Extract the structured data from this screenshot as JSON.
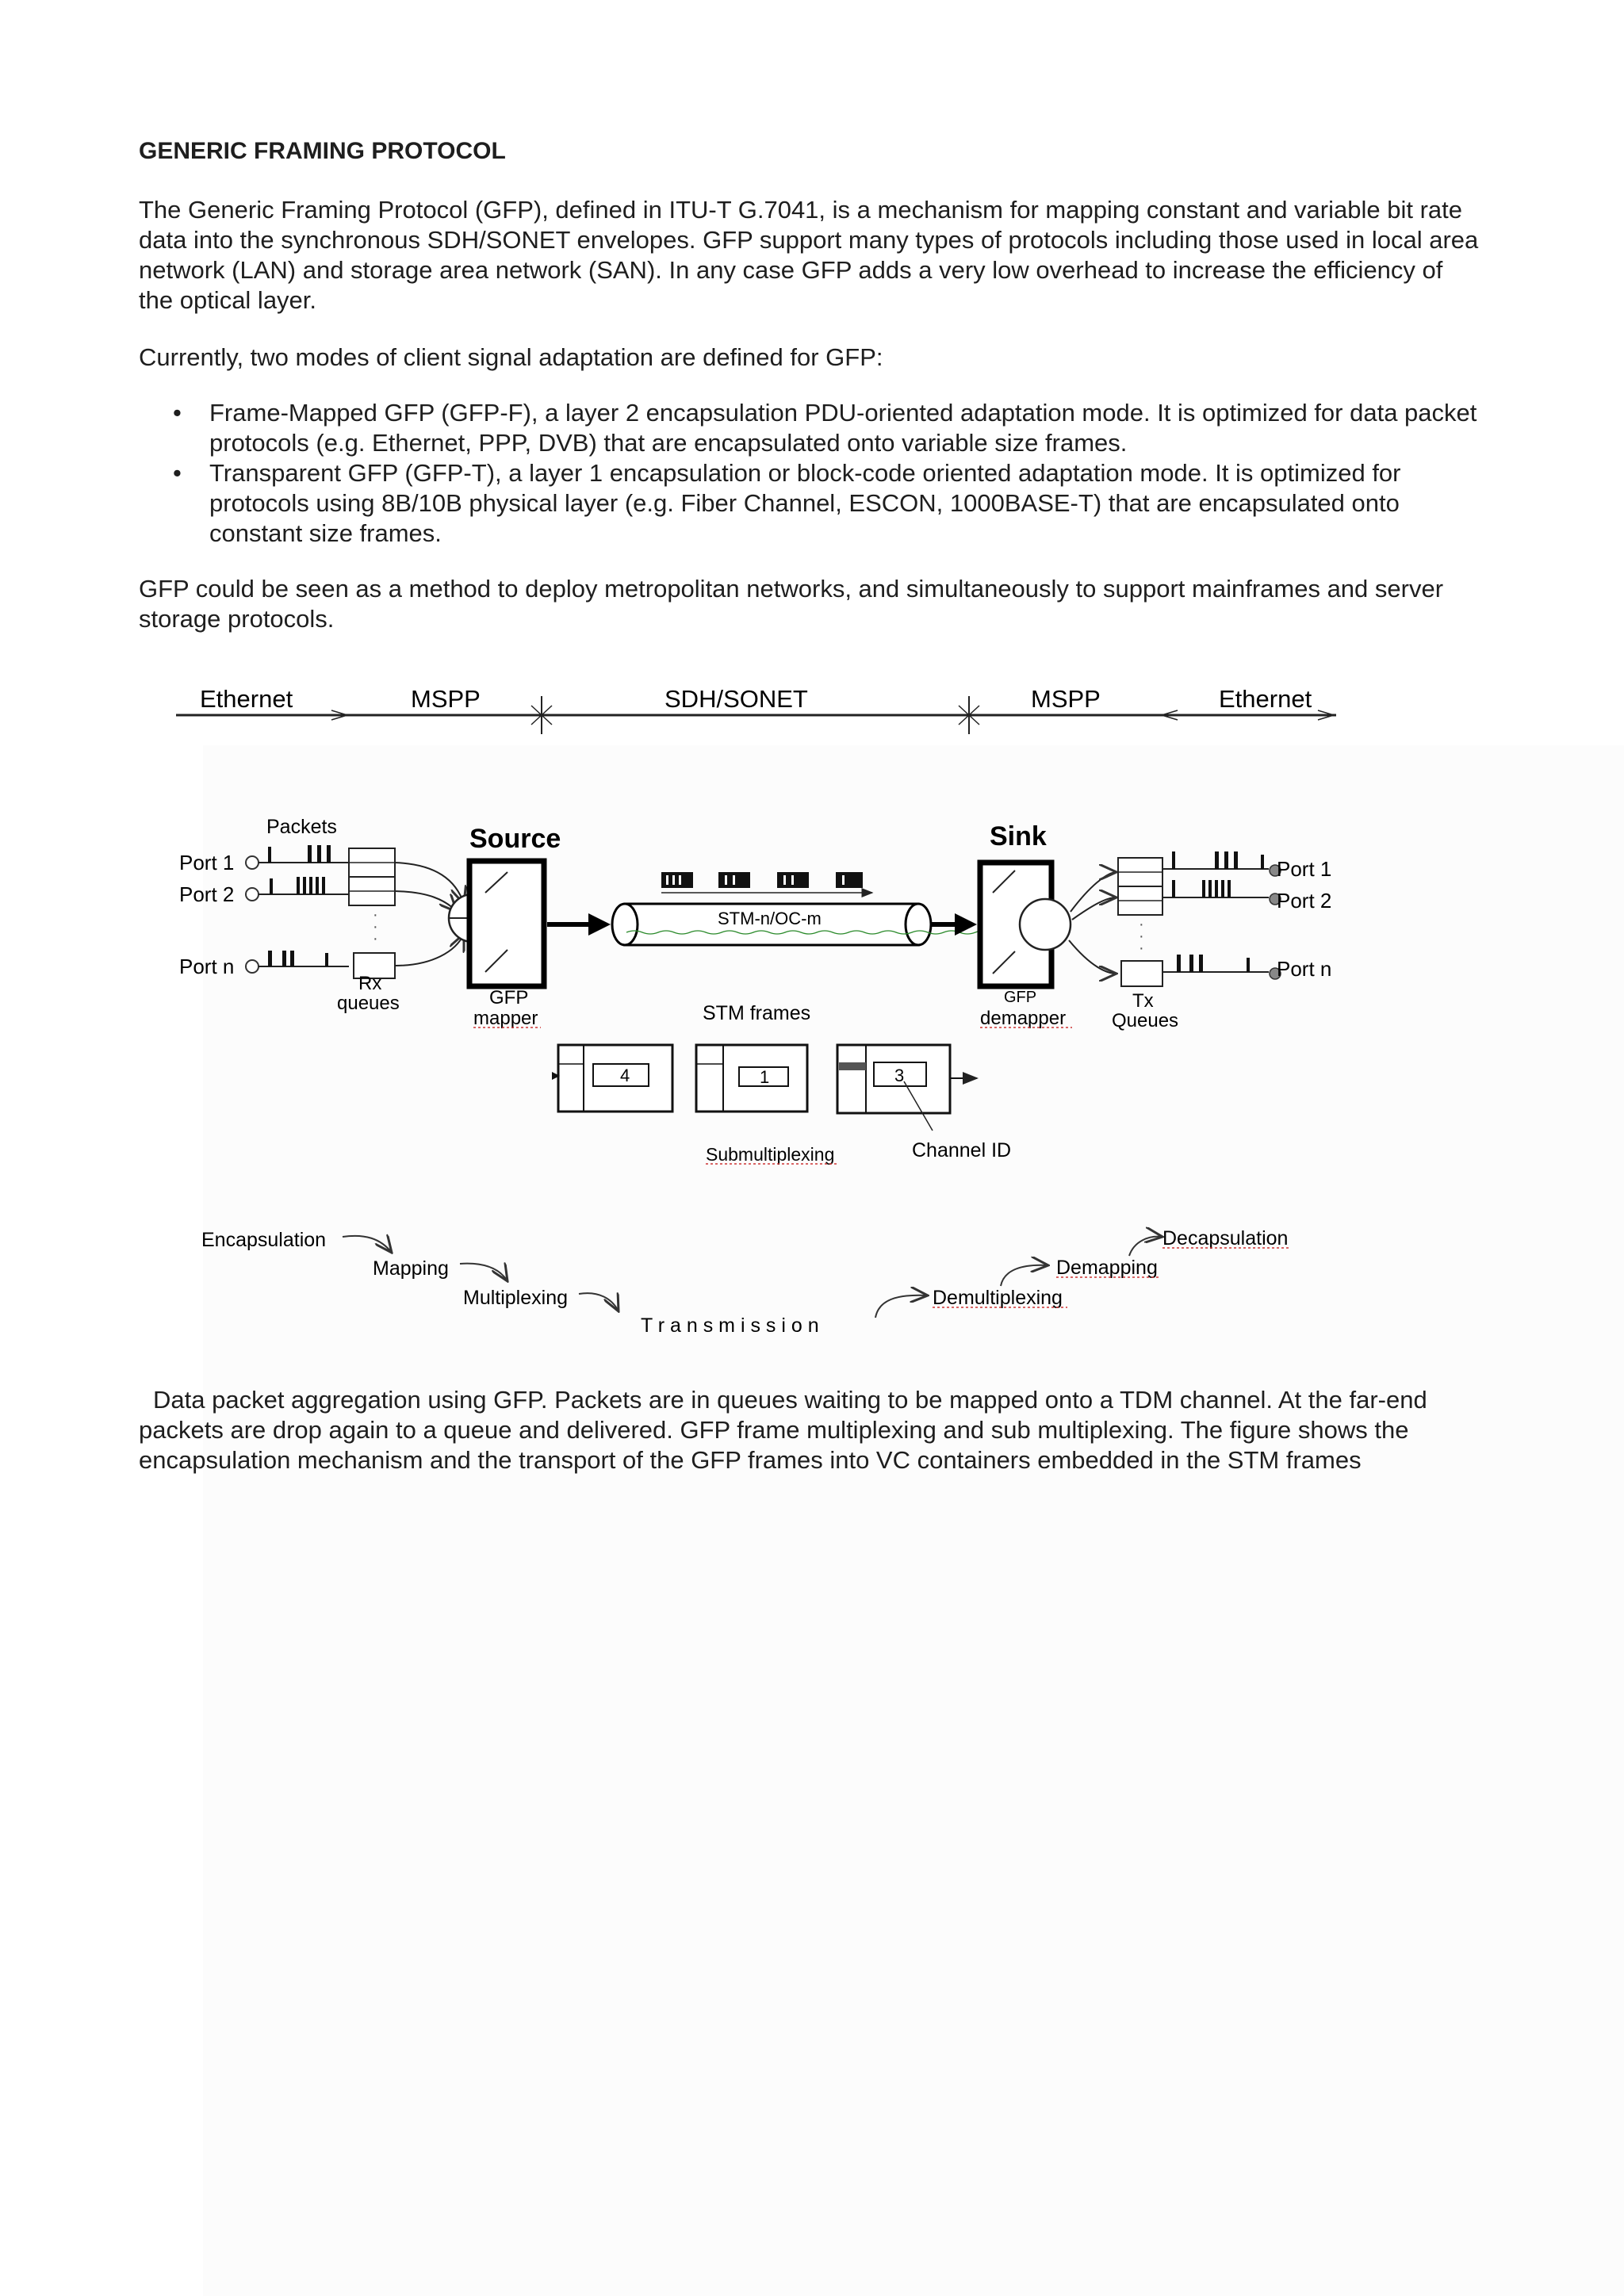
{
  "heading": "GENERIC FRAMING PROTOCOL",
  "paragraphs": {
    "intro": "The Generic Framing Protocol (GFP), defined in ITU-T G.7041, is a mechanism for mapping constant and variable bit rate data into the synchronous SDH/SONET envelopes. GFP support many types of protocols including those used in local area network (LAN) and storage area network (SAN). In any case GFP adds a very low overhead to increase the efficiency of the optical layer.",
    "modes_intro": "Currently, two modes of client signal adaptation are defined for GFP:",
    "closing": "GFP could be seen as a method to deploy metropolitan networks, and simultaneously to support mainframes and server storage protocols."
  },
  "bullets": [
    "Frame-Mapped GFP (GFP-F), a layer 2 encapsulation PDU-oriented adaptation mode. It is optimized for data packet protocols (e.g. Ethernet, PPP, DVB) that are encapsulated onto variable size frames.",
    "Transparent GFP (GFP-T), a layer 1 encapsulation or block-code oriented adaptation mode. It is optimized for protocols using 8B/10B physical layer (e.g. Fiber Channel, ESCON, 1000BASE-T) that are encapsulated onto constant size frames."
  ],
  "bullet_symbol": "•",
  "figure": {
    "domains": [
      "Ethernet",
      "MSPP",
      "SDH/SONET",
      "MSPP",
      "Ethernet"
    ],
    "packets_label": "Packets",
    "source_label": "Source",
    "sink_label": "Sink",
    "ports_left": [
      "Port 1",
      "Port 2",
      "Port n"
    ],
    "ports_right": [
      "Port 1",
      "Port 2",
      "Port n"
    ],
    "rx_label": "Rx",
    "rx_queues_label": "queues",
    "gfp_mapper_top": "GFP",
    "gfp_mapper_bottom": "mapper",
    "gfp_demapper_top": "GFP",
    "gfp_demapper_bottom": "demapper",
    "tx_label": "Tx",
    "tx_queues_label": "Queues",
    "pipe_label": "STM-n/OC-m",
    "stm_frames_label": "STM frames",
    "frame_ids": [
      "4",
      "1",
      "3"
    ],
    "submultiplexing_label": "Submultiplexing",
    "channel_id_label": "Channel ID",
    "steps": [
      "Encapsulation",
      "Mapping",
      "Multiplexing",
      "T r a n s m i s s i o n",
      "Demultiplexing",
      "Demapping",
      "Decapsulation"
    ]
  },
  "caption": "Data packet aggregation using GFP. Packets are in queues waiting to be mapped onto a TDM channel. At the far-end packets are drop again to a queue and delivered. GFP frame multiplexing and sub multiplexing. The figure shows the encapsulation mechanism and the transport of the GFP frames into VC containers embedded in the STM frames"
}
